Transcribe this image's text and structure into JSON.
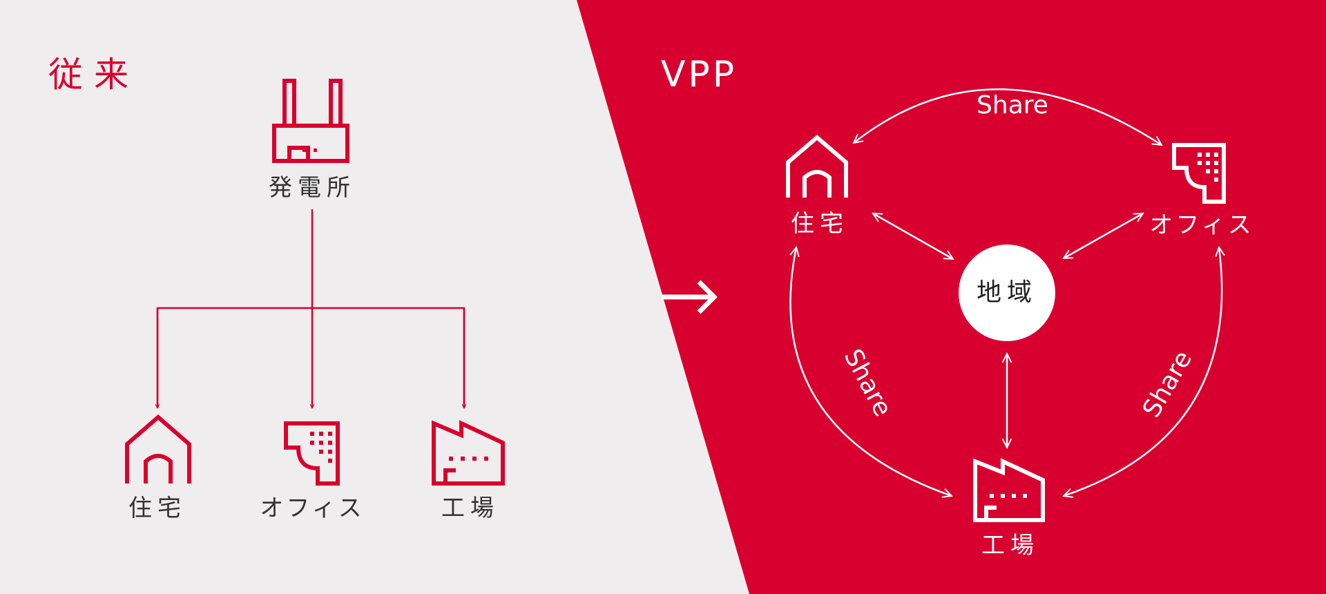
{
  "left": {
    "title": "従来",
    "plant_label": "発電所",
    "consumers": {
      "house": "住宅",
      "office": "オフィス",
      "factory": "工場"
    }
  },
  "right": {
    "title": "VPP",
    "center_label": "地域",
    "nodes": {
      "house": "住宅",
      "office": "オフィス",
      "factory": "工場"
    },
    "share_labels": {
      "top": "Share",
      "left": "Share",
      "right": "Share"
    }
  },
  "colors": {
    "brand_red": "#d8002e",
    "light_bg": "#efedee",
    "white": "#ffffff"
  }
}
